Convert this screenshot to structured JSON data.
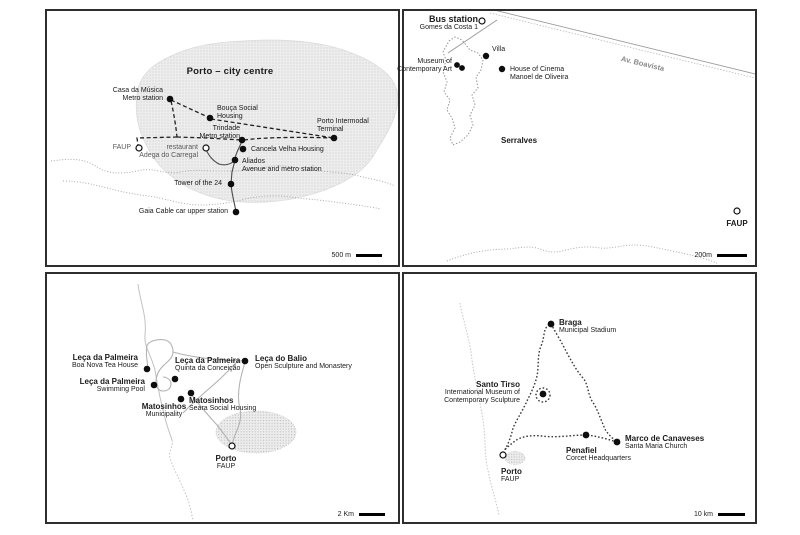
{
  "figure": {
    "colors": {
      "ink": "#1b1b1b",
      "muted_label": "#5a5a5a",
      "stipple_fill": "#bfbfbf",
      "road_gray": "#9a9a9a",
      "panel_border": "#2e2e2e"
    },
    "panels": {
      "city": {
        "title": "Porto – city centre",
        "scale": "500 m",
        "sites": {
          "casa": {
            "name": "Casa da Música",
            "sub": "Metro station"
          },
          "bouca": {
            "name": "Bouça Social",
            "sub": "Housing"
          },
          "terminal": {
            "name": "Porto Intermodal",
            "sub": "Terminal"
          },
          "trindade": {
            "name": "Trindade",
            "sub": "Metro station"
          },
          "faup": {
            "name": "FAUP"
          },
          "restaurant": {
            "name": "restaurant",
            "sub": "Adega do Carregal"
          },
          "cancela": {
            "name": "Cancela Velha Housing"
          },
          "aliados": {
            "name": "Aliados",
            "sub": "Avenue and metro station"
          },
          "tower": {
            "name": "Tower of the 24"
          },
          "gaia": {
            "name": "Gaia Cable car upper station"
          }
        }
      },
      "serralves": {
        "scale": "200m",
        "sites": {
          "bus": {
            "name": "Bus station",
            "sub": "Gomes da Costa 1"
          },
          "villa": {
            "name": "Villa"
          },
          "museum": {
            "name": "Museum of",
            "sub": "Contemporary Art"
          },
          "cinema": {
            "name": "House of Cinema",
            "sub": "Manoel de Oliveira"
          },
          "street": {
            "name": "Av. Boavista"
          },
          "park": {
            "name": "Serralves"
          },
          "faup": {
            "name": "FAUP"
          }
        }
      },
      "matosinhos": {
        "scale": "2 Km",
        "sites": {
          "boanova": {
            "name": "Leça da Palmeira",
            "sub": "Boa Nova Tea House"
          },
          "quinta": {
            "name": "Leça da Palmeira",
            "sub": "Quinta da Conceição"
          },
          "balio": {
            "name": "Leça do Balio",
            "sub": "Open Sculpture and Monastery"
          },
          "pool": {
            "name": "Leça da Palmeira",
            "sub": "Swimming Pool"
          },
          "municipality": {
            "name": "Matosinhos",
            "sub": "Municipality"
          },
          "seara": {
            "name": "Matosinhos",
            "sub": "Seara Social Housing"
          },
          "porto": {
            "name": "Porto",
            "sub": "FAUP"
          }
        }
      },
      "region": {
        "scale": "10 km",
        "sites": {
          "braga": {
            "name": "Braga",
            "sub": "Municipal Stadium"
          },
          "santotirso": {
            "name": "Santo Tirso",
            "sub": "International Museum of",
            "sub2": "Contemporary Sculpture"
          },
          "marco": {
            "name": "Marco de Canaveses",
            "sub": "Santa Maria Church"
          },
          "penafiel": {
            "name": "Penafiel",
            "sub": "Corcet Headquarters"
          },
          "porto": {
            "name": "Porto",
            "sub": "FAUP"
          }
        }
      }
    }
  }
}
